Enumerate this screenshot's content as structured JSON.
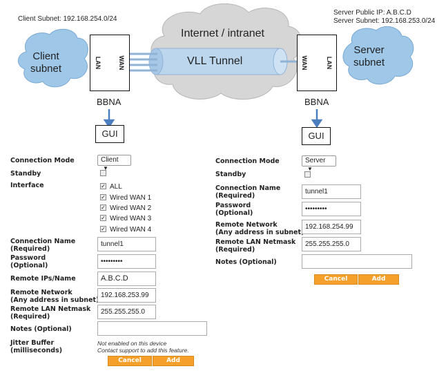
{
  "diagram": {
    "client_subnet": "Client Subnet: 192.168.254.0/24",
    "server_public_ip": "Server Public IP: A.B.C.D",
    "server_subnet": "Server Subnet: 192.168.253.0/24",
    "internet_label": "Internet / intranet",
    "tunnel_label": "VLL Tunnel",
    "client_subnet_cloud": "Client\nsubnet",
    "server_subnet_cloud": "Server\nsubnet",
    "client_device": {
      "lan": "LAN",
      "wan": "WAN",
      "name": "BBNA",
      "gui": "GUI"
    },
    "server_device": {
      "lan": "LAN",
      "wan": "WAN",
      "name": "BBNA",
      "gui": "GUI"
    }
  },
  "client_form": {
    "connection_mode_label": "Connection Mode",
    "connection_mode_value": "Client",
    "standby_label": "Standby",
    "interface_label": "Interface",
    "interfaces": [
      "ALL",
      "Wired WAN 1",
      "Wired WAN 2",
      "Wired WAN 3",
      "Wired WAN 4"
    ],
    "connection_name_label": "Connection Name",
    "connection_name_sub": "(Required)",
    "connection_name_value": "tunnel1",
    "password_label": "Password",
    "password_sub": "(Optional)",
    "password_value": "•••••••••",
    "remote_ips_label": "Remote IPs/Name",
    "remote_ips_value": "A.B.C.D",
    "remote_network_label": "Remote Network",
    "remote_network_sub": "(Any address in subnet)",
    "remote_network_value": "192.168.253.99",
    "remote_netmask_label": "Remote LAN Netmask",
    "remote_netmask_sub": "(Required)",
    "remote_netmask_value": "255.255.255.0",
    "notes_label": "Notes (Optional)",
    "notes_value": "",
    "jitter_label": "Jitter Buffer",
    "jitter_sub": "(milliseconds)",
    "jitter_note1": "Not enabled on this device",
    "jitter_note2": "Contact support to add this feature.",
    "cancel": "Cancel",
    "add": "Add"
  },
  "server_form": {
    "connection_mode_label": "Connection Mode",
    "connection_mode_value": "Server",
    "standby_label": "Standby",
    "connection_name_label": "Connection Name",
    "connection_name_sub": "(Required)",
    "connection_name_value": "tunnel1",
    "password_label": "Password",
    "password_sub": "(Optional)",
    "password_value": "•••••••••",
    "remote_network_label": "Remote Network",
    "remote_network_sub": "(Any address in subnet)",
    "remote_network_value": "192.168.254.99",
    "remote_netmask_label": "Remote LAN Netmask",
    "remote_netmask_sub": "(Required)",
    "remote_netmask_value": "255.255.255.0",
    "notes_label": "Notes (Optional)",
    "notes_value": "",
    "cancel": "Cancel",
    "add": "Add"
  },
  "colors": {
    "cloud_fill": "#d6d6d6",
    "subnet_cloud_fill": "#9fc7e8",
    "tunnel_fill": "#bcd6ee",
    "arrow": "#4a7ebf",
    "button": "#f5a02a"
  }
}
